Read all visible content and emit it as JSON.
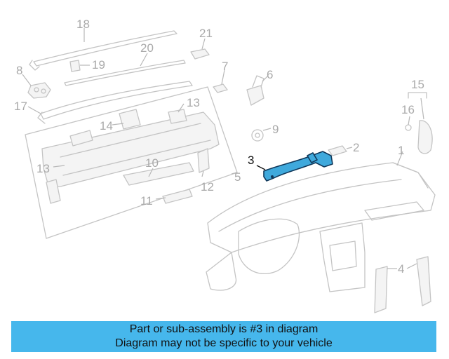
{
  "diagram": {
    "callouts": {
      "c1": "1",
      "c2": "2",
      "c3": "3",
      "c4": "4",
      "c5": "5",
      "c6": "6",
      "c7": "7",
      "c8": "8",
      "c9": "9",
      "c10": "10",
      "c11": "11",
      "c12": "12",
      "c13a": "13",
      "c13b": "13",
      "c14": "14",
      "c15": "15",
      "c16": "16",
      "c17": "17",
      "c18": "18",
      "c19": "19",
      "c20": "20",
      "c21": "21"
    },
    "highlighted_part": "3",
    "highlight_color": "#3fa9dc",
    "caption_bar_color": "#46b7ec"
  },
  "caption": {
    "line1": "Part or sub-assembly is #3 in diagram",
    "line2": "Diagram may not be specific to your vehicle"
  }
}
